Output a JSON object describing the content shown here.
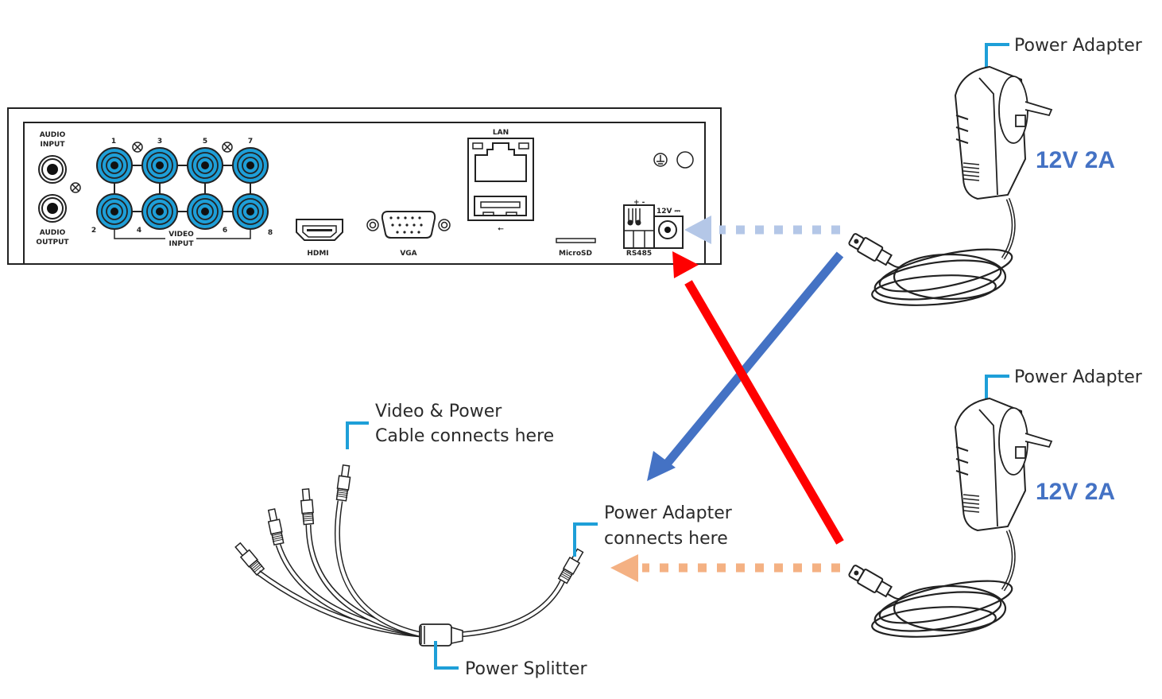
{
  "dvr": {
    "audio_input_label_1": "AUDIO",
    "audio_input_label_2": "INPUT",
    "audio_output_label_1": "AUDIO",
    "audio_output_label_2": "OUTPUT",
    "video_input_label_1": "VIDEO",
    "video_input_label_2": "INPUT",
    "channels_top": [
      "1",
      "3",
      "5",
      "7"
    ],
    "channels_bottom": [
      "2",
      "4",
      "6",
      "8"
    ],
    "hdmi_label": "HDMI",
    "vga_label": "VGA",
    "lan_label": "LAN",
    "usb_symbol": "⭠",
    "microsd_label": "MicroSD",
    "rs485_label": "RS485",
    "rs485_polarity": "+ -",
    "power_in_label": "12V ⎓",
    "bnc_color": "#1e9fd8"
  },
  "adapters": [
    {
      "label": "Power Adapter",
      "spec": "12V 2A"
    },
    {
      "label": "Power Adapter",
      "spec": "12V 2A"
    }
  ],
  "splitter": {
    "top_label_line1": "Video & Power",
    "top_label_line2": "Cable connects here",
    "adapter_label_line1": "Power Adapter",
    "adapter_label_line2": "connects here",
    "bottom_label": "Power Splitter"
  },
  "arrows": [
    {
      "name": "adapter1-to-dvr",
      "style": "dotted",
      "color": "#b4c7e7"
    },
    {
      "name": "adapter1-to-splitter",
      "style": "solid",
      "color": "#4472c4"
    },
    {
      "name": "adapter2-to-dvr",
      "style": "solid",
      "color": "#ff0000"
    },
    {
      "name": "adapter2-to-splitter",
      "style": "dotted",
      "color": "#f4b183"
    }
  ],
  "colors": {
    "callout_line": "#1e9fd8",
    "spec_text": "#4472c4"
  }
}
